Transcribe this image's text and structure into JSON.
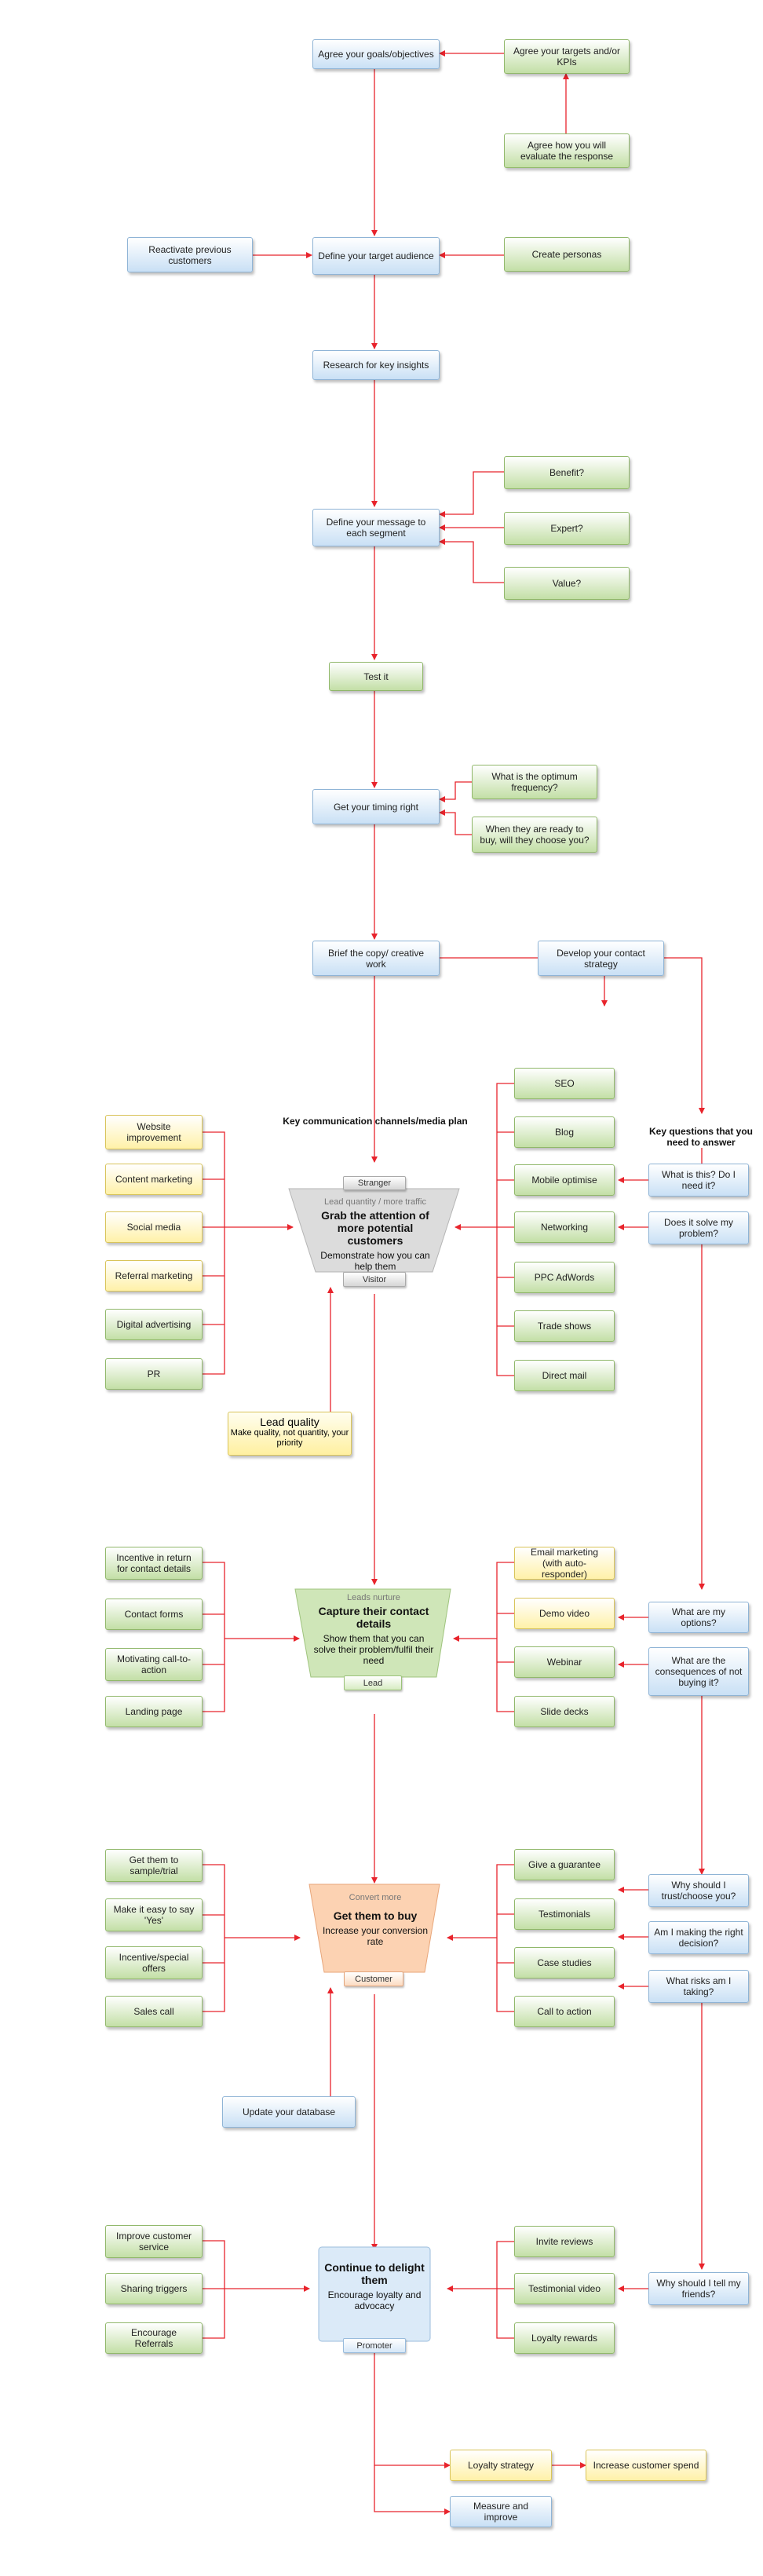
{
  "colors": {
    "line": "#e8242c",
    "blue": "#c9e0f5",
    "green": "#c3dfa6",
    "yellow": "#fff1a8",
    "gray": "#d6d6d6",
    "orange": "#fbc79f"
  },
  "nodes": {
    "goals": "Agree your goals/objectives",
    "targets": "Agree your targets and/or KPIs",
    "evaluate": "Agree how you will evaluate the response",
    "reactivate": "Reactivate previous customers",
    "audience": "Define your target audience",
    "personas": "Create personas",
    "research": "Research for key insights",
    "message": "Define your message to each segment",
    "benefit": "Benefit?",
    "expert": "Expert?",
    "value": "Value?",
    "test": "Test it",
    "timing": "Get your timing right",
    "frequency": "What is the optimum frequency?",
    "ready": "When they are ready to buy, will they choose you?",
    "brief": "Brief the copy/ creative work",
    "contact_strategy": "Develop your contact strategy",
    "website": "Website improvement",
    "content": "Content marketing",
    "social": "Social media",
    "referral": "Referral marketing",
    "digital": "Digital advertising",
    "pr": "PR",
    "seo": "SEO",
    "blog": "Blog",
    "mobile": "Mobile optimise",
    "networking": "Networking",
    "ppc": "PPC AdWords",
    "trade": "Trade shows",
    "directmail": "Direct mail",
    "what_is": "What is this? Do I need it?",
    "solve": "Does it solve my problem?",
    "incentive_return": "Incentive in return for contact details",
    "contact_forms": "Contact forms",
    "motivating": "Motivating call-to-action",
    "landing": "Landing page",
    "email": "Email marketing (with auto-responder)",
    "demo": "Demo video",
    "webinar": "Webinar",
    "slides": "Slide decks",
    "options": "What are my options?",
    "consequences": "What are the consequences of not buying it?",
    "sample": "Get them to sample/trial",
    "easy_yes": "Make it easy to say 'Yes'",
    "incentive_special": "Incentive/special offers",
    "sales_call": "Sales call",
    "guarantee": "Give a guarantee",
    "testimonials": "Testimonials",
    "case_studies": "Case studies",
    "cta": "Call to action",
    "trust": "Why should I trust/choose you?",
    "right_decision": "Am I making the right decision?",
    "risks": "What risks am I taking?",
    "update_db": "Update your database",
    "improve_service": "Improve customer service",
    "sharing": "Sharing triggers",
    "encourage_ref": "Encourage Referrals",
    "reviews": "Invite reviews",
    "testimonial_video": "Testimonial video",
    "loyalty_rewards": "Loyalty rewards",
    "tell_friends": "Why should I tell my friends?",
    "loyalty_strategy": "Loyalty strategy",
    "increase_spend": "Increase customer spend",
    "measure": "Measure and improve"
  },
  "labels": {
    "channels": "Key communication channels/media plan",
    "key_questions": "Key questions that you need to answer"
  },
  "lead_quality": {
    "title": "Lead quality",
    "text": "Make quality, not quantity, your priority"
  },
  "funnel": {
    "stage1": {
      "top": "Stranger",
      "small": "Lead quantity / more traffic",
      "title": "Grab the attention of more potential customers",
      "desc": "Demonstrate how you can help them",
      "bottom": "Visitor"
    },
    "stage2": {
      "small": "Leads nurture",
      "title": "Capture their contact details",
      "desc": "Show them that you can solve their problem/fulfil their need",
      "bottom": "Lead"
    },
    "stage3": {
      "small": "Convert more",
      "title": "Get them to buy",
      "desc": "Increase your conversion rate",
      "bottom": "Customer"
    },
    "stage4": {
      "title": "Continue to delight them",
      "desc": "Encourage loyalty and advocacy",
      "bottom": "Promoter"
    }
  }
}
